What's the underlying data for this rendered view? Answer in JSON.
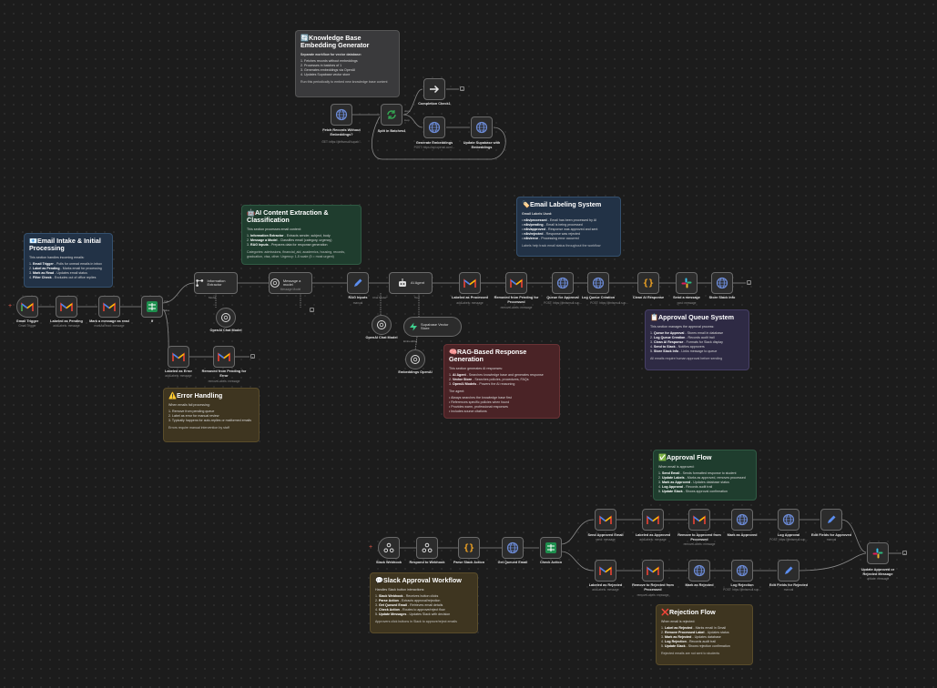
{
  "colors": {
    "gmail_red": "#ea4335",
    "gmail_blue": "#4285f4",
    "gmail_yellow": "#fbbc04",
    "gmail_green": "#34a853",
    "if_green": "#1e8f4e",
    "code_orange": "#f5a623",
    "pencil_blue": "#5b8def",
    "http_blue": "#6c8bd6",
    "ai_purple": "#6a4fd6",
    "slack_pink": "#e01e5a",
    "agent_bg": "#3a3a3a"
  },
  "notes": {
    "kb": {
      "title": "Knowledge Base Embedding Generator",
      "icon": "embedding-emoji-icon",
      "intro": "Separate workflow for vector database:",
      "items": [
        "1. Fetches records without embeddings",
        "2. Processes in batches of 1",
        "3. Generates embeddings via OpenAI",
        "4. Updates Supabase vector store"
      ],
      "footer": "Run this periodically to embed new knowledge base content"
    },
    "intake": {
      "title": "Email Intake & Initial Processing",
      "icon": "inbox-emoji-icon",
      "intro": "This section handles incoming emails:",
      "items": [
        {
          "b": "Email Trigger",
          "t": " - Polls for unread emails in inbox"
        },
        {
          "b": "Label as Pending",
          "t": " - Marks email for processing"
        },
        {
          "b": "Mark as Read",
          "t": " - Updates email status"
        },
        {
          "b": "Filter Check",
          "t": " - Excludes out of office replies"
        }
      ]
    },
    "ai": {
      "title": "AI Content Extraction & Classification",
      "icon": "robot-emoji-icon",
      "intro": "This section processes email content:",
      "items": [
        {
          "b": "Information Extractor",
          "t": " - Extracts sender, subject, body"
        },
        {
          "b": "Message a Model",
          "t": " - Classifies email (category, urgency)"
        },
        {
          "b": "RAG Inputs",
          "t": " - Prepares data for response generation"
        }
      ],
      "footer": "Categories: admissions, financial_aid, academics, housing, records, graduation, visa, other. Urgency: 1-5 scale (5 = most urgent)"
    },
    "labeling": {
      "title": "Email Labeling System",
      "icon": "label-emoji-icon",
      "intro": "Gmail Labels Used:",
      "items": [
        {
          "b": "n8n/processed",
          "t": " - Email has been processed by AI"
        },
        {
          "b": "n8n/pending",
          "t": " - Email is being processed"
        },
        {
          "b": "n8n/approved",
          "t": " - Response was approved and sent"
        },
        {
          "b": "n8n/rejected",
          "t": " - Response was rejected"
        },
        {
          "b": "n8n/error",
          "t": " - Processing error occurred"
        }
      ],
      "footer": "Labels help track email status throughout the workflow"
    },
    "queue": {
      "title": "Approval Queue System",
      "icon": "clipboard-emoji-icon",
      "intro": "This section manages the approval process:",
      "items": [
        {
          "b": "Queue for Approval",
          "t": " - Stores email in database"
        },
        {
          "b": "Log Queue Creation",
          "t": " - Records audit trail"
        },
        {
          "b": "Clean AI Response",
          "t": " - Formats for Slack display"
        },
        {
          "b": "Send to Slack",
          "t": " - Notifies approvers"
        },
        {
          "b": "Store Slack Info",
          "t": " - Links message to queue"
        }
      ],
      "footer": "All emails require human approval before sending"
    },
    "rag": {
      "title": "RAG-Based Response Generation",
      "icon": "brain-emoji-icon",
      "intro": "This section generates AI responses:",
      "items": [
        {
          "b": "AI Agent",
          "t": " - Searches knowledge base and generates response"
        },
        {
          "b": "Vector Store",
          "t": " - Searches policies, procedures, FAQs"
        },
        {
          "b": "OpenAI Models",
          "t": " - Powers the AI reasoning"
        }
      ],
      "intro2": "The agent:",
      "items2": [
        "Always searches the knowledge base first",
        "References specific policies when found",
        "Provides warm, professional responses",
        "Includes source citations"
      ]
    },
    "error": {
      "title": "Error Handling",
      "icon": "warning-emoji-icon",
      "intro": "When emails fail processing:",
      "items": [
        "1. Remove from pending queue",
        "2. Label as error for manual review",
        "3. Typically happens for auto-replies or malformed emails"
      ],
      "footer": "Errors require manual intervention by staff"
    },
    "approval": {
      "title": "Approval Flow",
      "icon": "check-emoji-icon",
      "intro": "When email is approved:",
      "items": [
        {
          "b": "Send Email",
          "t": " - Sends formatted response to student"
        },
        {
          "b": "Update Labels",
          "t": " - Marks as approved, removes processed"
        },
        {
          "b": "Mark as Approved",
          "t": " - Updates database status"
        },
        {
          "b": "Log Approval",
          "t": " - Records audit trail"
        },
        {
          "b": "Update Slack",
          "t": " - Shows approval confirmation"
        }
      ]
    },
    "slack": {
      "title": "Slack Approval Workflow",
      "icon": "speech-emoji-icon",
      "intro": "Handles Slack button interactions:",
      "items": [
        {
          "b": "Slack Webhook",
          "t": " - Receives button clicks"
        },
        {
          "b": "Parse Action",
          "t": " - Extracts approval/rejection"
        },
        {
          "b": "Get Queued Email",
          "t": " - Retrieves email details"
        },
        {
          "b": "Check Action",
          "t": " - Routes to approve/reject flow"
        },
        {
          "b": "Update Messages",
          "t": " - Updates Slack with decision"
        }
      ],
      "footer": "Approvers click buttons in Slack to approve/reject emails"
    },
    "rejection": {
      "title": "Rejection Flow",
      "icon": "cross-emoji-icon",
      "intro": "When email is rejected:",
      "items": [
        {
          "b": "Label as Rejected",
          "t": " - Marks email in Gmail"
        },
        {
          "b": "Remove Processed Label",
          "t": " - Updates status"
        },
        {
          "b": "Mark as Rejected",
          "t": " - Updates database"
        },
        {
          "b": "Log Rejection",
          "t": " - Records audit trail"
        },
        {
          "b": "Update Slack",
          "t": " - Shows rejection confirmation"
        }
      ],
      "footer": "Rejected emails are not sent to students"
    }
  },
  "nodes": {
    "fetch": {
      "label": "Fetch Records Without Embeddings?",
      "sub": "GET: https://jfmtsmsdl.supab..."
    },
    "split": {
      "label": "Split in Batches4"
    },
    "complete": {
      "label": "Completion Check1"
    },
    "genemb": {
      "label": "Generate Embeddings",
      "sub": "POST: https://api.openai.com/..."
    },
    "updsup": {
      "label": "Update Supabase with Embeddings"
    },
    "trigger": {
      "label": "Gmail Trigger",
      "sub": "Gmail Trigger"
    },
    "pending": {
      "label": "Labeled as Pending",
      "sub": "addLabels: message"
    },
    "read": {
      "label": "Mark a message as read",
      "sub": "markAsRead: message"
    },
    "if": {
      "label": "If"
    },
    "if_true": "true",
    "if_false": "false",
    "extract": {
      "label": "Information Extractor"
    },
    "extract_model": "Model",
    "chat1": {
      "label": "OpenAI Chat Model"
    },
    "msgmodel": {
      "label": "Message a model",
      "sub": "Message Model"
    },
    "raginputs": {
      "label": "RAG Inputs",
      "sub": "manual"
    },
    "agent": {
      "label": "AI Agent"
    },
    "agent_model": "Chat Model*",
    "agent_tool": "Tool",
    "chat2": {
      "label": "OpenAI Chat Model"
    },
    "vector": {
      "label": "Supabase Vector Store"
    },
    "vector_emb": "Embedding",
    "embed": {
      "label": "Embeddings OpenAI"
    },
    "processed": {
      "label": "Labeled as Processed",
      "sub": "addLabels: message"
    },
    "rmpending": {
      "label": "Removed from Pending for Processed",
      "sub": "removeLabels: message"
    },
    "queueapp": {
      "label": "Queue for Approval",
      "sub": "POST: https://jfmtsmsdl.sup..."
    },
    "logqueue": {
      "label": "Log Queue Creation",
      "sub": "POST: https://jfmtsmsdl.sup..."
    },
    "clean": {
      "label": "Clean AI Response"
    },
    "sendmsg": {
      "label": "Send a message",
      "sub": "post: message"
    },
    "storeslack": {
      "label": "Store Slack Info"
    },
    "laberr": {
      "label": "Labeled as Error",
      "sub": "addLabels: message"
    },
    "rmerr": {
      "label": "Removed from Pending for Error",
      "sub": "removeLabels: message"
    },
    "webhook": {
      "label": "Slack Webhook"
    },
    "respond": {
      "label": "Respond to Webhook"
    },
    "parse": {
      "label": "Parse Slack Action"
    },
    "getq": {
      "label": "Get Queued Email"
    },
    "check": {
      "label": "Check Action"
    },
    "sendapp": {
      "label": "Send Approved Email",
      "sub": "send: message"
    },
    "labapp": {
      "label": "Labeled as Approved",
      "sub": "addLabels: message"
    },
    "rmapp": {
      "label": "Remove to Approved from Processed",
      "sub": "removeLabels: message"
    },
    "markapp": {
      "label": "Mark as Approved"
    },
    "logapp": {
      "label": "Log Approval",
      "sub": "POST: https://jfmtsmsdl.sup..."
    },
    "editapp": {
      "label": "Edit Fields for Approved",
      "sub": "manual"
    },
    "labrej": {
      "label": "Labeled as Rejected",
      "sub": "addLabels: message"
    },
    "rmrej": {
      "label": "Remove to Rejected from Processed",
      "sub": "removeLabels: message"
    },
    "markrej": {
      "label": "Mark as Rejected"
    },
    "logrej": {
      "label": "Log Rejection",
      "sub": "POST: https://jfmtsmsdl.sup..."
    },
    "editrej": {
      "label": "Edit Fields for Rejected",
      "sub": "manual"
    },
    "updslack": {
      "label": "Update Approved or Rejected Message",
      "sub": "update: message"
    },
    "split_done": "done",
    "split_loop": "loop"
  }
}
